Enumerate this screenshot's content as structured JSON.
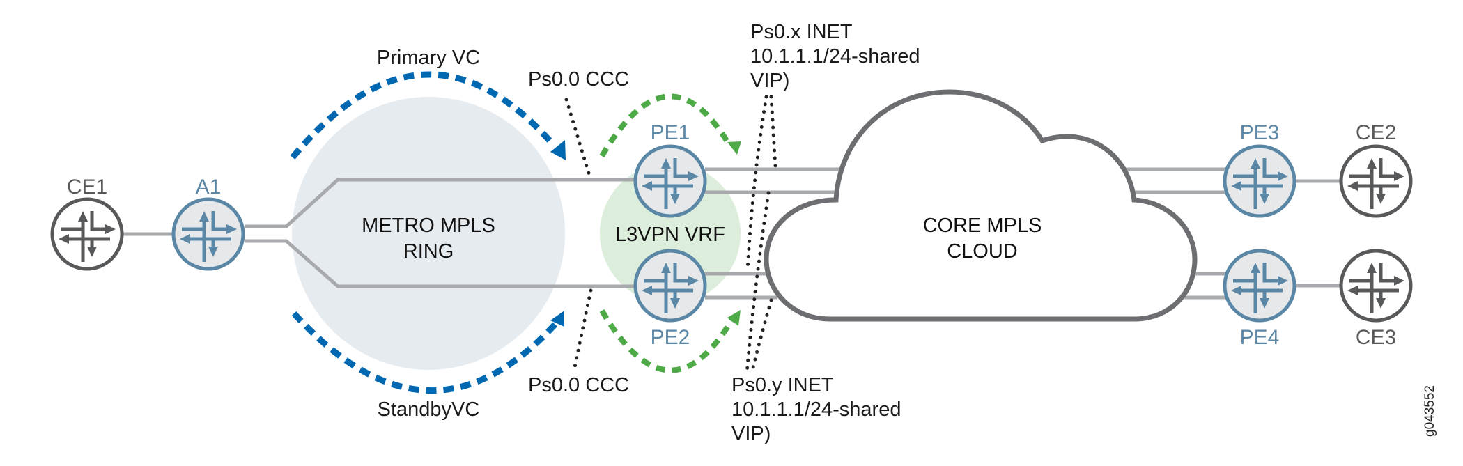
{
  "diagram": {
    "figure_id": "g043552",
    "colors": {
      "provider_router": "#5B87A6",
      "customer_router": "#58595B",
      "link": "#A7A9AC",
      "vc_arrow": "#0067B1",
      "vrf_arrow": "#4DAA47",
      "metro_fill": "#E6EBF0",
      "vrf_fill": "#DCEEDB",
      "cloud_stroke": "#6D6E71",
      "pointer": "#231F20"
    },
    "regions": {
      "metro": {
        "line1": "METRO MPLS",
        "line2": "RING"
      },
      "vrf": {
        "label": "L3VPN VRF"
      },
      "core": {
        "line1": "CORE MPLS",
        "line2": "CLOUD"
      }
    },
    "nodes": [
      {
        "id": "CE1",
        "label": "CE1",
        "kind": "customer"
      },
      {
        "id": "A1",
        "label": "A1",
        "kind": "provider"
      },
      {
        "id": "PE1",
        "label": "PE1",
        "kind": "provider"
      },
      {
        "id": "PE2",
        "label": "PE2",
        "kind": "provider"
      },
      {
        "id": "PE3",
        "label": "PE3",
        "kind": "provider"
      },
      {
        "id": "PE4",
        "label": "PE4",
        "kind": "provider"
      },
      {
        "id": "CE2",
        "label": "CE2",
        "kind": "customer"
      },
      {
        "id": "CE3",
        "label": "CE3",
        "kind": "customer"
      }
    ],
    "links": [
      {
        "from": "CE1",
        "to": "A1"
      },
      {
        "from": "A1",
        "to": "PE1",
        "via": "METRO MPLS RING"
      },
      {
        "from": "A1",
        "to": "PE2",
        "via": "METRO MPLS RING"
      },
      {
        "from": "PE1",
        "to": "CORE MPLS CLOUD"
      },
      {
        "from": "PE2",
        "to": "CORE MPLS CLOUD"
      },
      {
        "from": "CORE MPLS CLOUD",
        "to": "PE3"
      },
      {
        "from": "CORE MPLS CLOUD",
        "to": "PE4"
      },
      {
        "from": "PE3",
        "to": "CE2"
      },
      {
        "from": "PE4",
        "to": "CE3"
      }
    ],
    "annotations": {
      "primary_vc": "Primary VC",
      "standby_vc": "StandbyVC",
      "ps_ccc_top": "Ps0.0 CCC",
      "ps_ccc_bottom": "Ps0.0 CCC",
      "ps_x": {
        "line1": "Ps0.x INET",
        "line2": "10.1.1.1/24-shared",
        "line3": "VIP)"
      },
      "ps_y": {
        "line1": "Ps0.y INET",
        "line2": "10.1.1.1/24-shared",
        "line3": "VIP)"
      }
    }
  }
}
